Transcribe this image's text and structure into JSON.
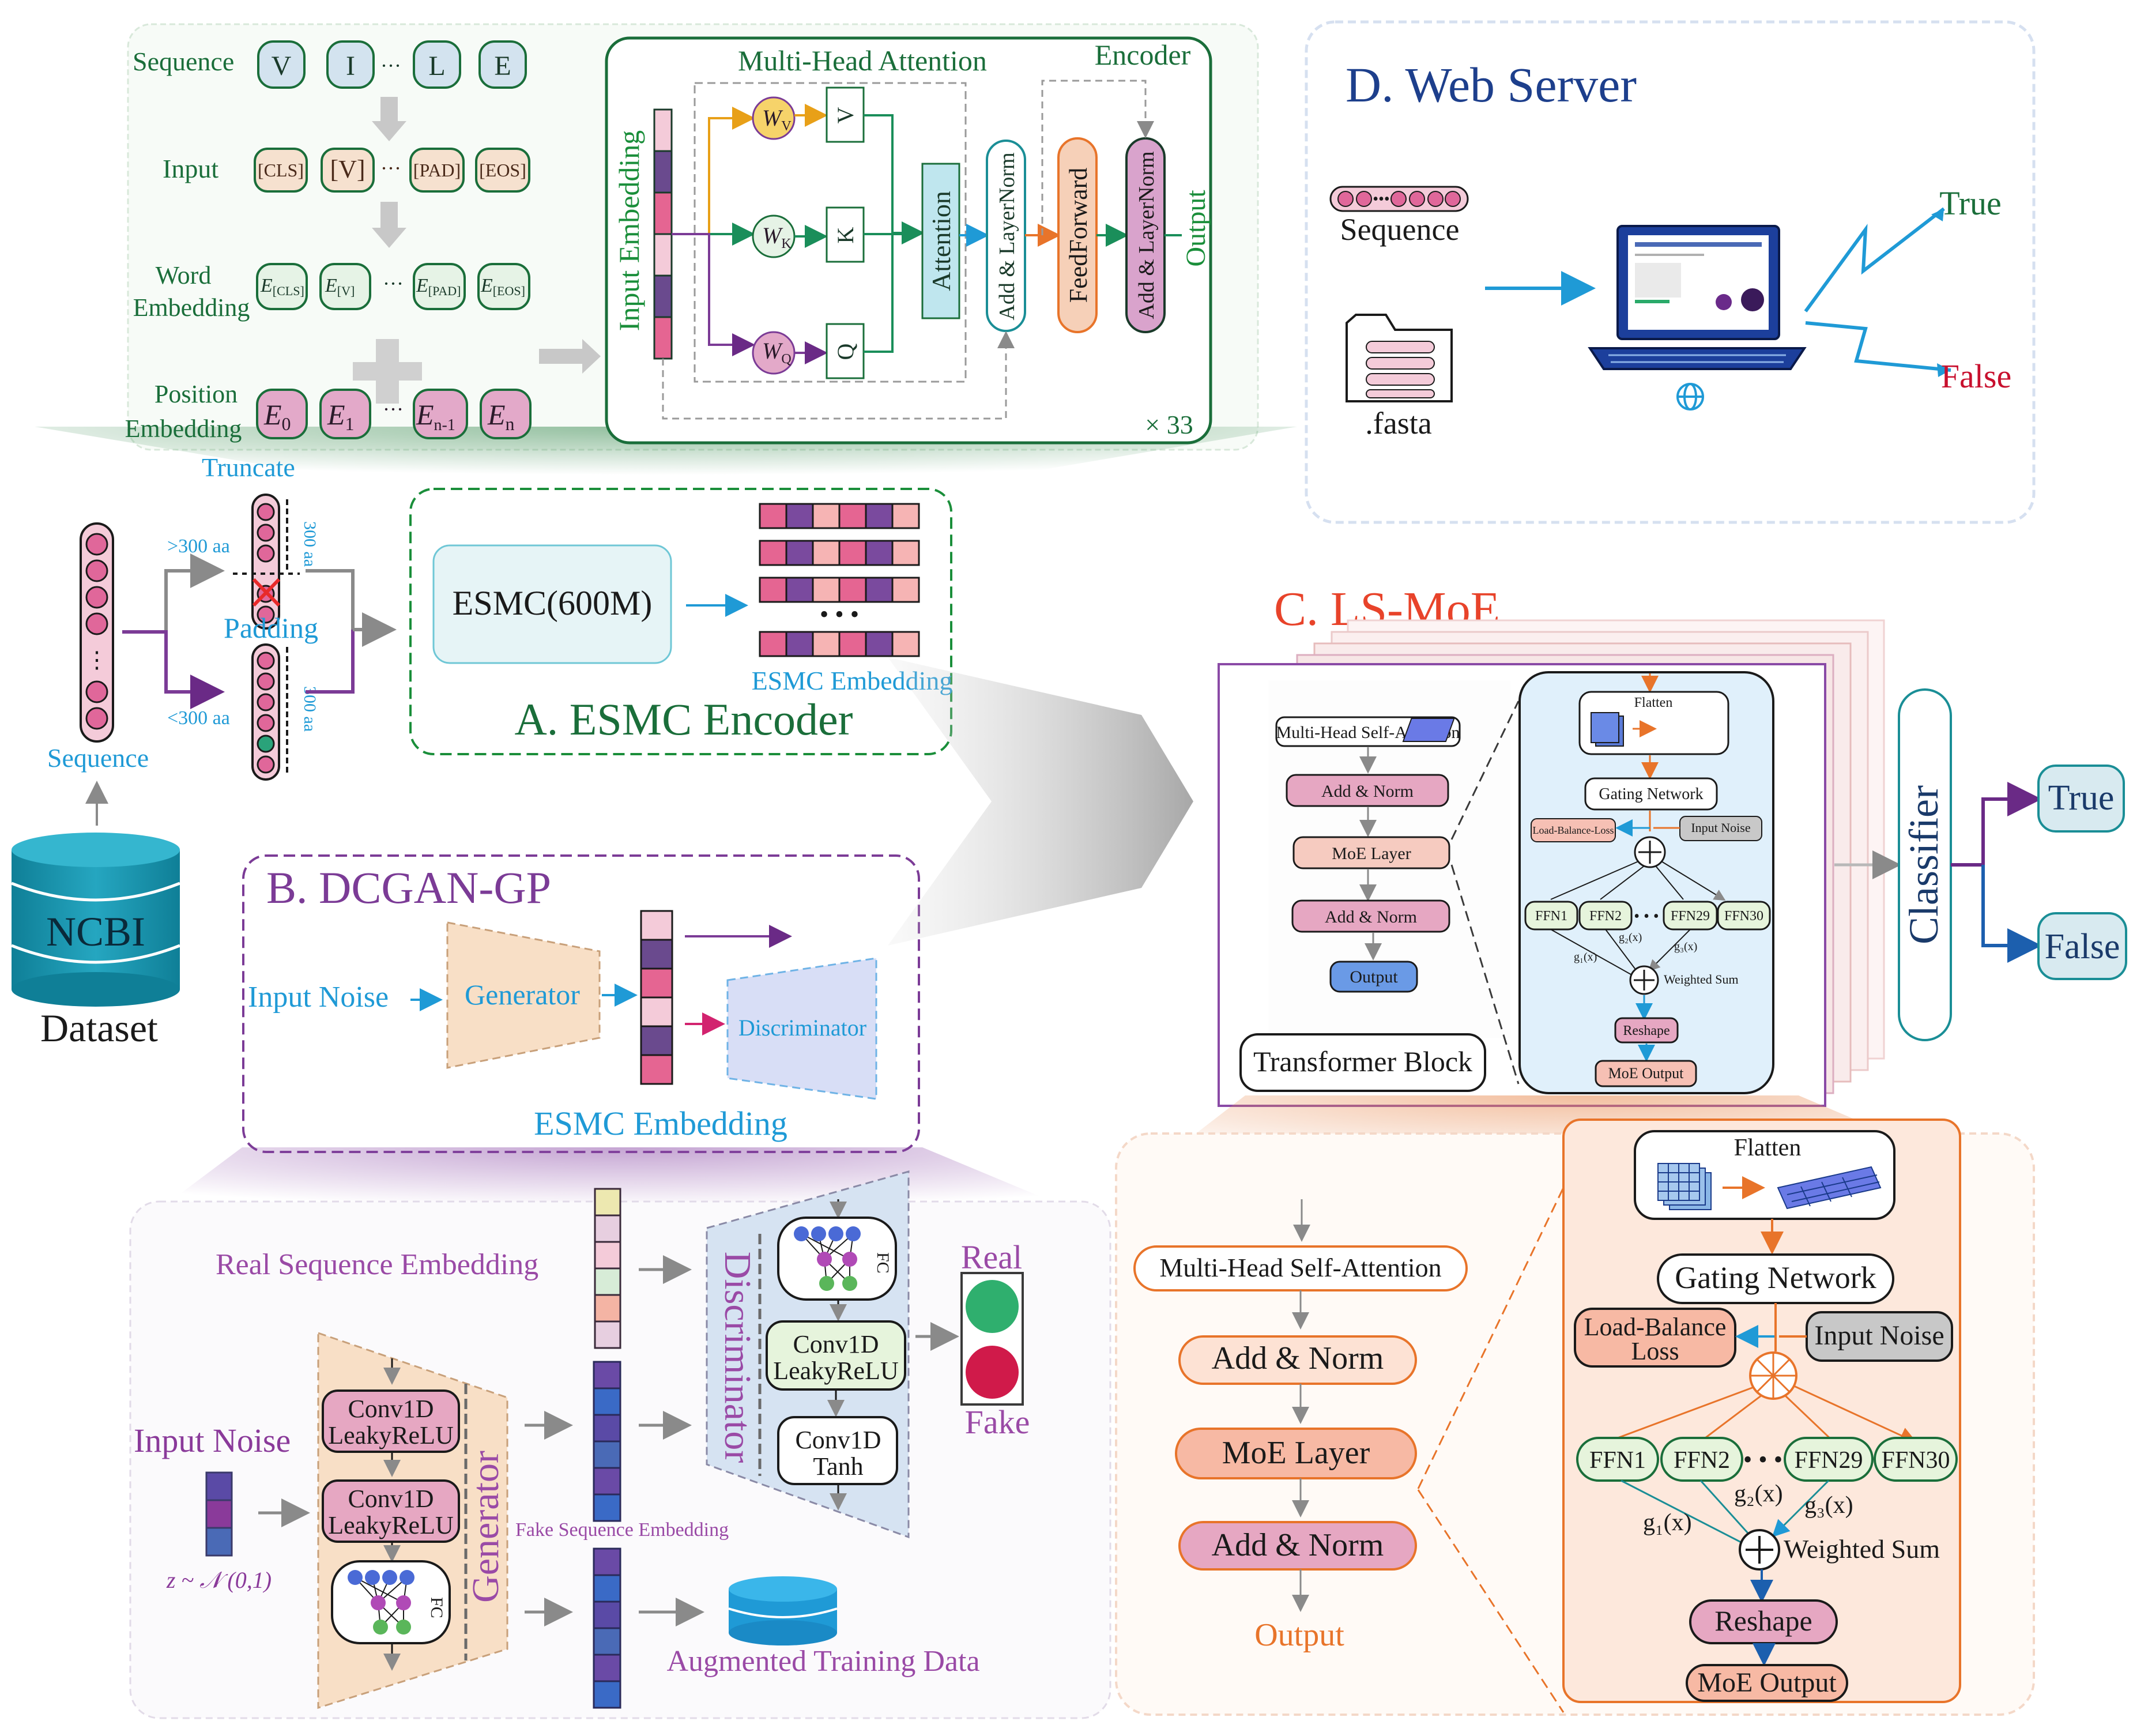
{
  "colors": {
    "green": "#1a6e3a",
    "green_light": "#dff0e4",
    "blue": "#1f9ad6",
    "purple": "#7b3b96",
    "purple_light": "#ece1f2",
    "red": "#e8432a",
    "orange": "#e67c2a",
    "navy": "#1d3f8c",
    "teal": "#1a8e96",
    "pink": "#e9a0c3",
    "gray": "#9a9a9a"
  },
  "icons": [
    "database-icon",
    "folder-icon",
    "laptop-icon",
    "globe-icon",
    "neural-network-icon",
    "matrix-icon",
    "sum-icon",
    "traffic-light-icon"
  ],
  "top": {
    "sequence_label": "Sequence",
    "sequence_tokens": [
      "V",
      "I",
      "L",
      "E"
    ],
    "dots": "···",
    "input_label": "Input",
    "input_tokens": [
      "[CLS]",
      "[V]",
      "[PAD]",
      "[EOS]"
    ],
    "word_embedding_label1": "Word",
    "word_embedding_label2": "Embedding",
    "word_tokens": [
      "[CLS]",
      "[V]",
      "[PAD]",
      "[EOS]"
    ],
    "position_label1": "Position",
    "position_label2": "Embedding",
    "position_tokens": [
      "0",
      "1",
      "n-1",
      "n"
    ],
    "e_letter": "E",
    "encoder": {
      "title": "Encoder",
      "mha_title": "Multi-Head Attention",
      "input_embedding": "Input  Embedding",
      "wv": "W",
      "wv_sub": "V",
      "wk": "W",
      "wk_sub": "K",
      "wq": "W",
      "wq_sub": "Q",
      "v": "V",
      "k": "K",
      "q": "Q",
      "attention": "Attention",
      "add_norm1": "Add & LayerNorm",
      "feedforward": "FeedForward",
      "add_norm2": "Add & LayerNorm",
      "output": "Output",
      "repeat": "× 33"
    }
  },
  "panel_a": {
    "truncate": "Truncate",
    "over": ">300 aa",
    "under": "<300 aa",
    "aa300_a": "300 aa",
    "aa300_b": "300 aa",
    "padding": "Padding",
    "sequence": "Sequence",
    "model": "ESMC(600M)",
    "dots": "• • •",
    "embedding": "ESMC Embedding",
    "title": "A. ESMC Encoder"
  },
  "dataset": {
    "db": "NCBI",
    "label": "Dataset"
  },
  "panel_b": {
    "title": "B. DCGAN-GP",
    "input_noise": "Input Noise",
    "generator": "Generator",
    "discriminator": "Discriminator",
    "embedding": "ESMC Embedding"
  },
  "gan_detail": {
    "real_seq": "Real Sequence Embedding",
    "input_noise": "Input Noise",
    "z_dist": "z ~ 𝒩 (0,1)",
    "conv1": "Conv1D",
    "leaky1": "LeakyReLU",
    "conv2": "Conv1D",
    "leaky2": "LeakyReLU",
    "fc": "FC",
    "generator": "Generator",
    "fake_seq": "Fake Sequence Embedding",
    "augmented": "Augmented Training Data",
    "discriminator": "Discriminator",
    "d_fc": "FC",
    "d_conv1": "Conv1D",
    "d_leaky": "LeakyReLU",
    "d_conv2": "Conv1D",
    "d_tanh": "Tanh",
    "real": "Real",
    "fake": "Fake"
  },
  "panel_d": {
    "title": "D. Web Server",
    "sequence": "Sequence",
    "fasta": ".fasta",
    "true": "True",
    "false": "False"
  },
  "panel_c": {
    "title": "C. LS-MoE",
    "mhsa": "Multi-Head Self-Attention",
    "add_norm1": "Add & Norm",
    "moe_layer": "MoE  Layer",
    "add_norm2": "Add & Norm",
    "output": "Output",
    "transformer_block": "Transformer Block",
    "flatten": "Flatten",
    "gating": "Gating Network",
    "lb_loss": "Load-Balance-Loss",
    "input_noise": "Input Noise",
    "ffn": [
      "FFN1",
      "FFN2",
      "FFN29",
      "FFN30"
    ],
    "dots": "• • •",
    "g1": "g₁(x)",
    "g2": "g₂(x)",
    "g3": "g₃(x)",
    "weighted_sum": "Weighted Sum",
    "reshape": "Reshape",
    "moe_output": "MoE Output",
    "classifier": "Classifier",
    "true": "True",
    "false": "False"
  },
  "moe_detail": {
    "mhsa": "Multi-Head Self-Attention",
    "add_norm1": "Add & Norm",
    "moe_layer": "MoE  Layer",
    "add_norm2": "Add & Norm",
    "output": "Output",
    "flatten": "Flatten",
    "gating": "Gating Network",
    "lb_loss1": "Load-Balance",
    "lb_loss2": "Loss",
    "input_noise": "Input Noise",
    "ffn": [
      "FFN1",
      "FFN2",
      "FFN29",
      "FFN30"
    ],
    "dots": "• • •",
    "g1": "g₁(x)",
    "g2": "g₂(x)",
    "g3": "g₃(x)",
    "weighted_sum": "Weighted Sum",
    "reshape": "Reshape",
    "moe_output": "MoE Output"
  }
}
